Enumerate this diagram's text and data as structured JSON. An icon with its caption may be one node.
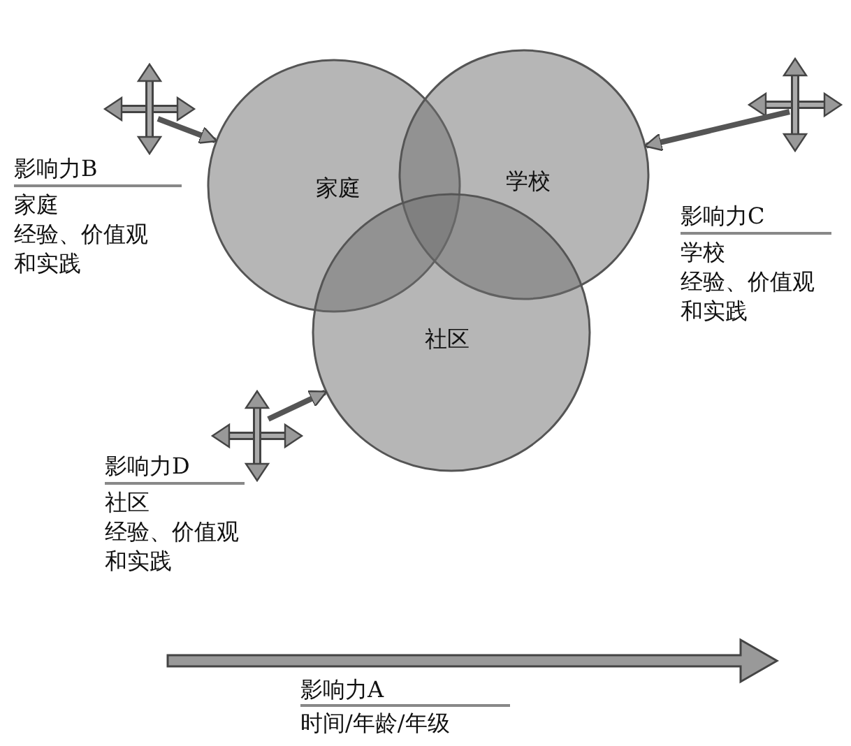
{
  "diagram": {
    "nodes": [
      {
        "text": [
          "家庭"
        ]
      },
      {
        "text": [
          "学校"
        ]
      },
      {
        "text": [
          "社区"
        ]
      }
    ],
    "edges": [
      {
        "from": null,
        "to": 0,
        "arrow": "to"
      },
      {
        "from": null,
        "to": 1,
        "arrow": "to"
      },
      {
        "from": null,
        "to": 2,
        "arrow": "to"
      }
    ],
    "labels": [
      "影响力B",
      "家庭",
      "经验、价值观和实践",
      "影响力C",
      "学校",
      "经验、价值观和实践",
      "影响力D",
      "社区",
      "经验、价值观和实践",
      "影响力A",
      "时间/年龄/年级"
    ]
  }
}
